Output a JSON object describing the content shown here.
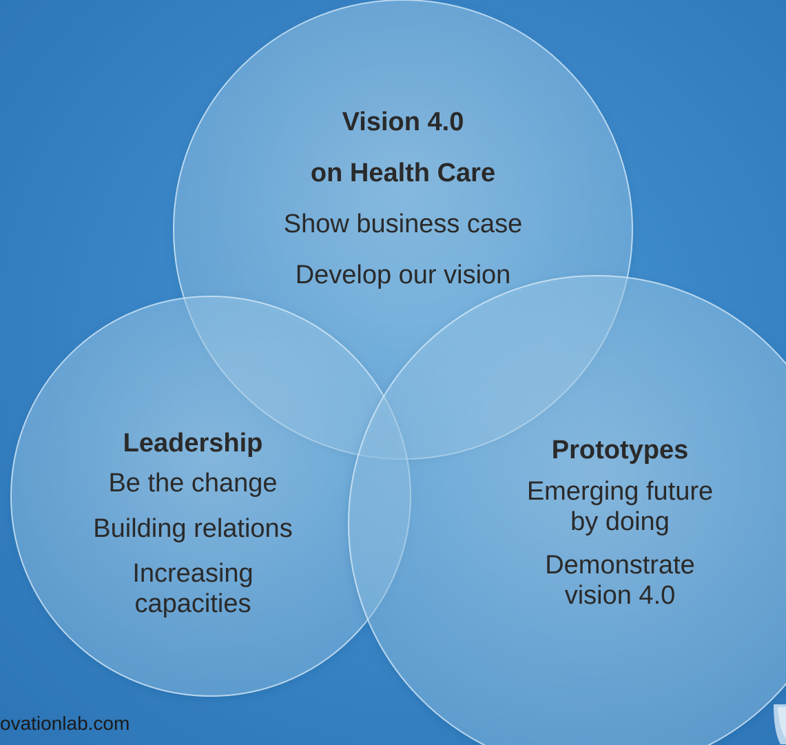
{
  "circles": [
    {
      "id": "top",
      "title_lines": [
        "Vision 4.0",
        "on Health Care"
      ],
      "items": [
        "Show business case",
        "Develop our vision"
      ]
    },
    {
      "id": "left",
      "title_lines": [
        "Leadership"
      ],
      "items": [
        "Be the change",
        "Building relations",
        "Increasing\ncapacities"
      ]
    },
    {
      "id": "right",
      "title_lines": [
        "Prototypes"
      ],
      "items": [
        "Emerging future\nby doing",
        "Demonstrate\nvision 4.0"
      ]
    }
  ],
  "footer_url": "ovationlab.com",
  "colors": {
    "background": "#3a86c7",
    "circle_fill": "#a9d3ee",
    "circle_stroke": "#cfe6f6",
    "text": "#2a2a2a"
  }
}
